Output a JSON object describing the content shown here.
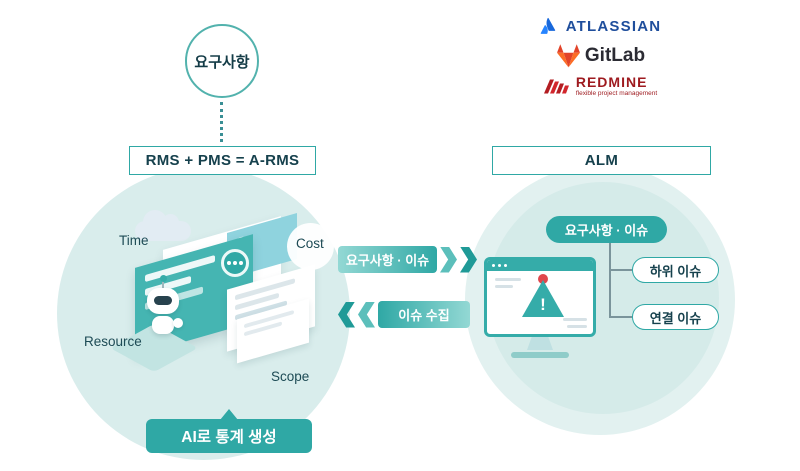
{
  "requirement": {
    "label": "요구사항"
  },
  "left": {
    "title": "RMS + PMS = A-RMS",
    "time": "Time",
    "cost": "Cost",
    "resource": "Resource",
    "scope": "Scope",
    "badge": "AI로 통계 생성"
  },
  "right": {
    "title": "ALM",
    "main_pill": "요구사항 · 이슈",
    "sub_pills": [
      "하위 이슈",
      "연결 이슈"
    ]
  },
  "arrows": {
    "to_alm": "요구사항 · 이슈",
    "to_rms": "이슈 수집"
  },
  "logos": {
    "atlassian": "ATLASSIAN",
    "gitlab": "GitLab",
    "redmine": "REDMINE",
    "redmine_caption": "flexible project management"
  },
  "monitor": {
    "exclamation": "!"
  },
  "colors": {
    "accent": "#2fa8a5",
    "dark_text": "#16414d",
    "circle_fill": "#d9edec",
    "atlassian_blue": "#2684ff",
    "gitlab_orange": "#fc6d26",
    "gitlab_red": "#e24329",
    "redmine_red": "#b31d22",
    "alert_red": "#e0474c"
  }
}
